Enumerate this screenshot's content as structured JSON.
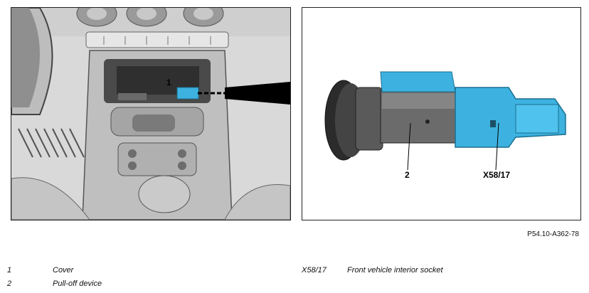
{
  "left_image": {
    "callout_1": "1"
  },
  "right_image": {
    "callout_2": "2",
    "callout_x58": "X58/17"
  },
  "figure_id": "P54.10-A362-78",
  "legend": [
    {
      "num": "1",
      "label": "Cover"
    },
    {
      "num": "2",
      "label": "Pull-off device"
    },
    {
      "num": "X58/17",
      "label": "Front vehicle interior socket"
    }
  ],
  "colors": {
    "highlight_blue": "#3db2e0",
    "gray_dark": "#3a3a3a",
    "gray_mid": "#8c8c8c",
    "gray_light": "#d6d6d6"
  }
}
